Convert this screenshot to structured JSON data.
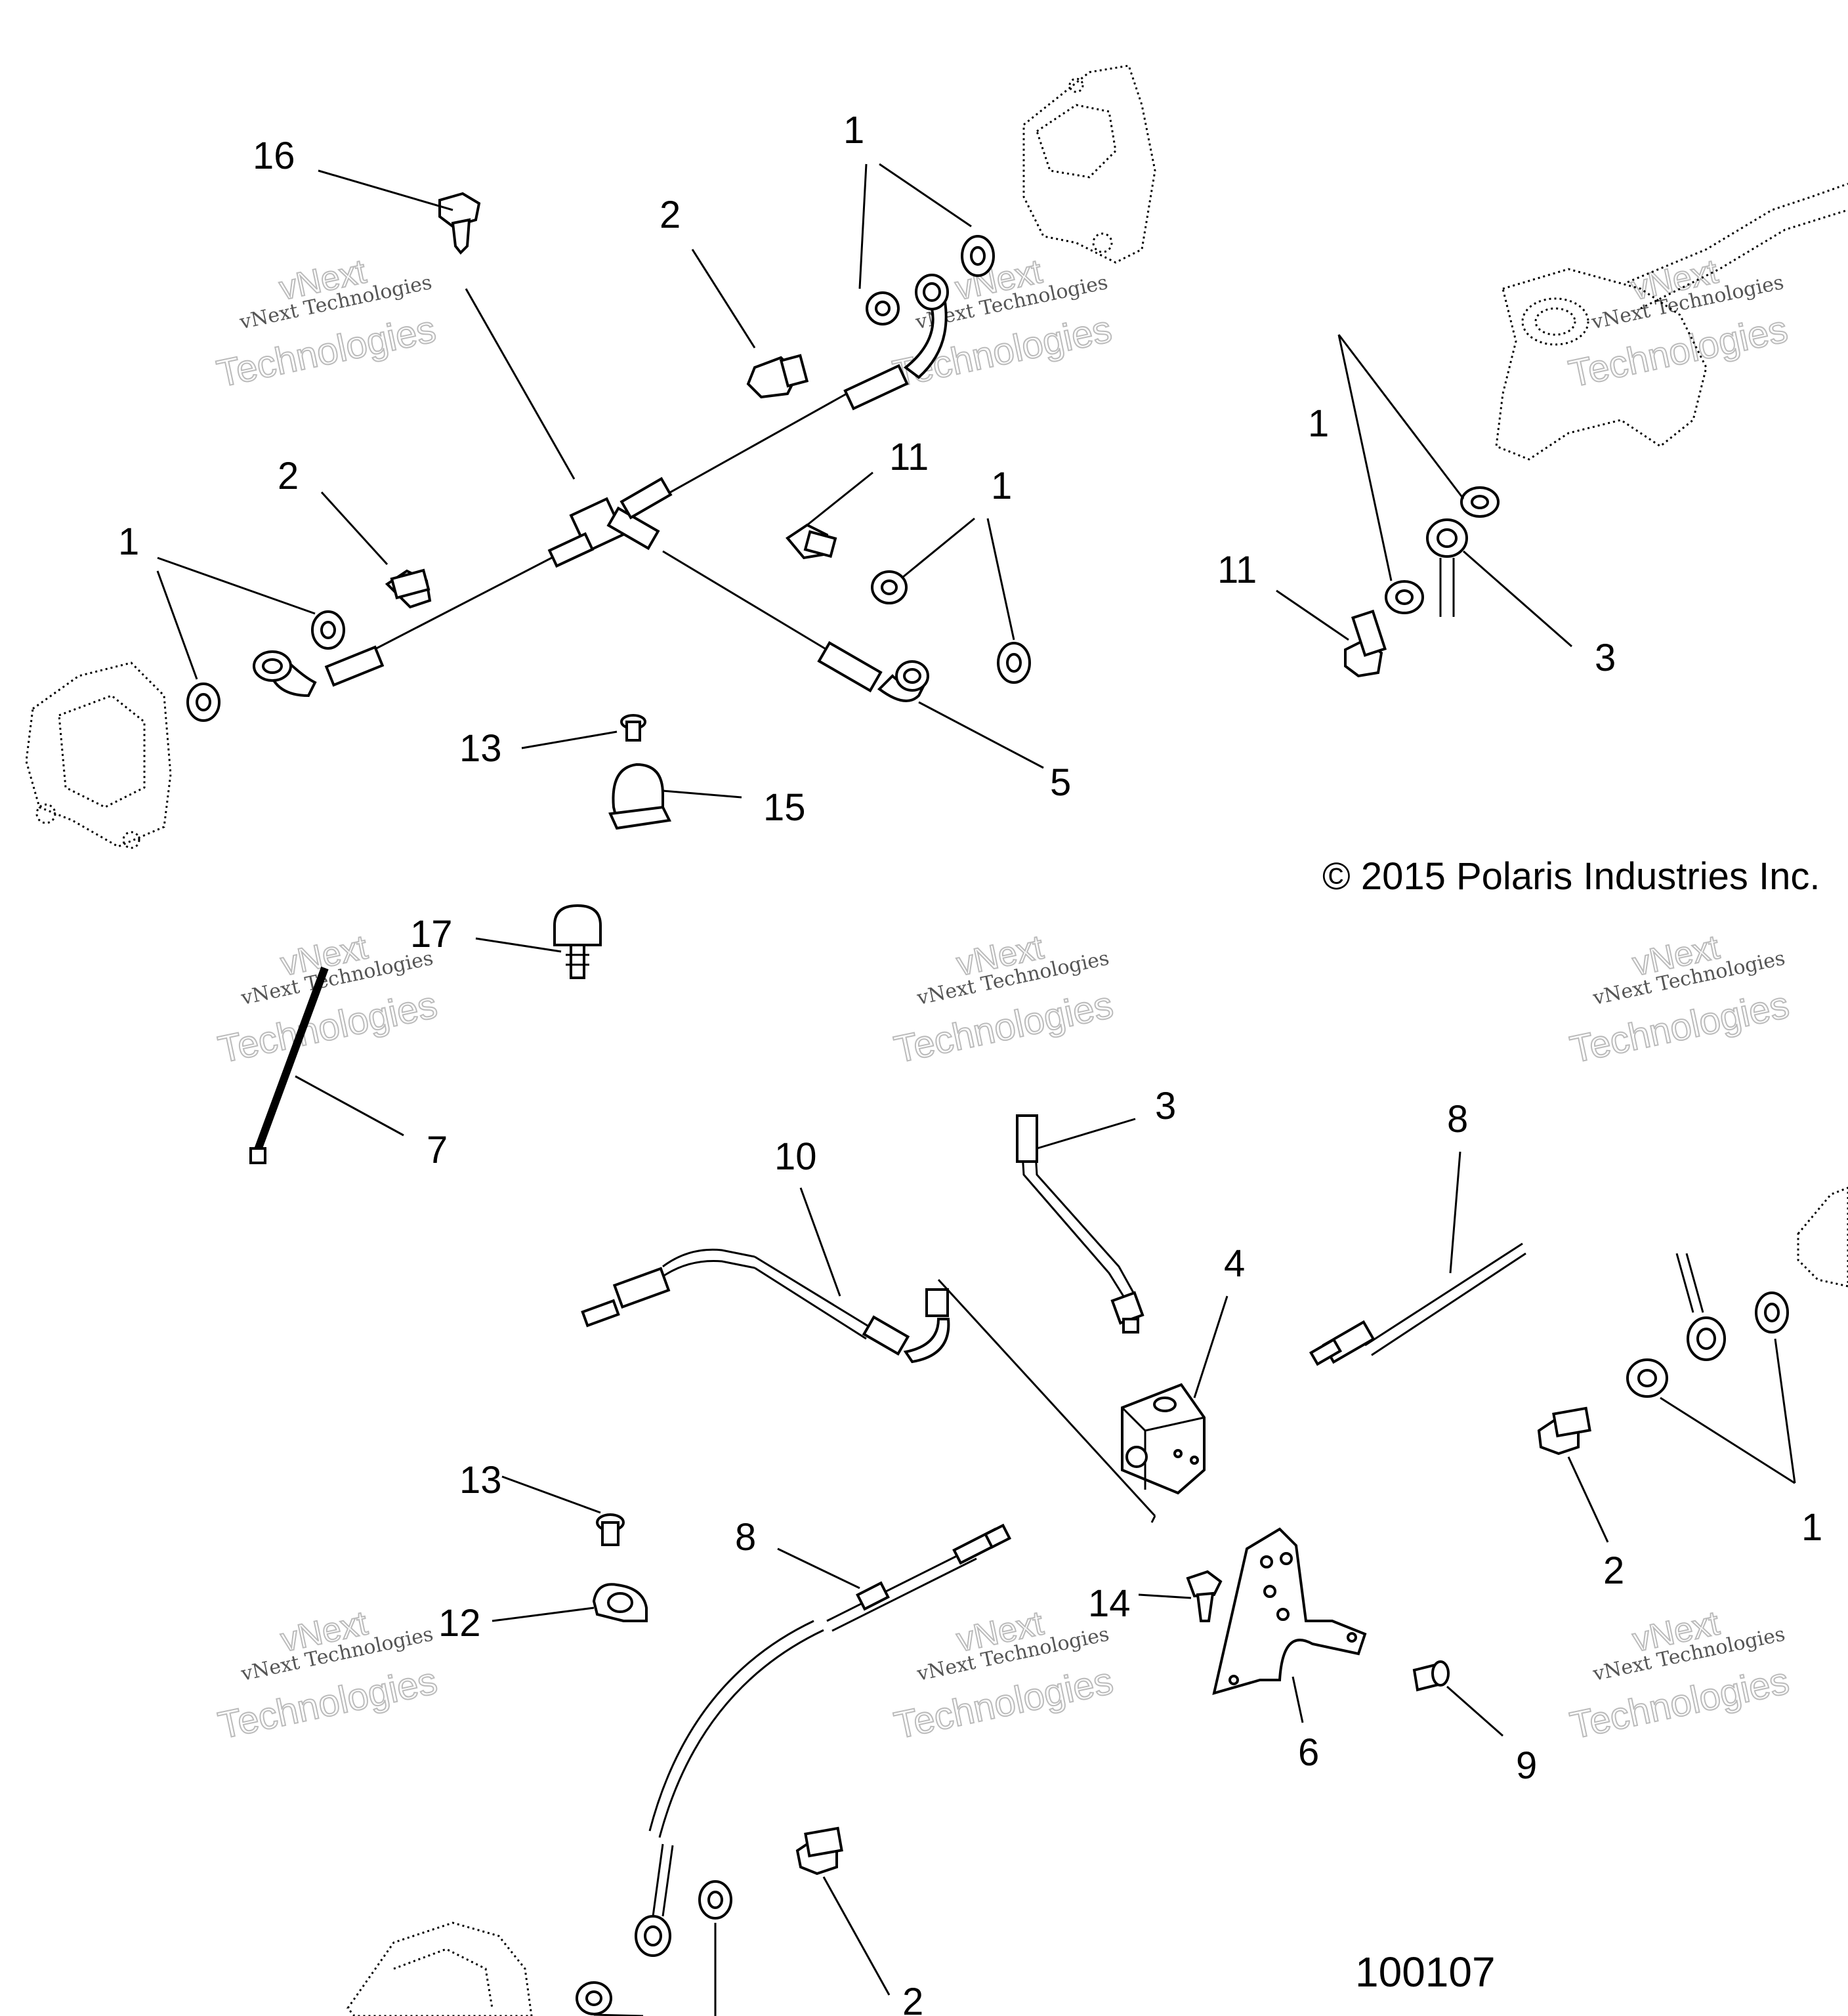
{
  "copyright": "© 2015 Polaris Industries Inc.",
  "diagram_number": "100107",
  "watermark": {
    "line1": "vNext Technologies",
    "line2": "vNext",
    "line3": "Technologies"
  },
  "callouts": {
    "c16": "16",
    "c2a": "2",
    "c1a": "1",
    "c2b": "2",
    "c1b": "1",
    "c11a": "11",
    "c1c": "1",
    "c13a": "13",
    "c15": "15",
    "c5": "5",
    "c1d": "1",
    "c11b": "11",
    "c3a": "3",
    "c17": "17",
    "c7": "7",
    "c10": "10",
    "c3b": "3",
    "c8a": "8",
    "c4": "4",
    "c13b": "13",
    "c12": "12",
    "c8b": "8",
    "c14": "14",
    "c6": "6",
    "c2c": "2",
    "c1e": "1",
    "c9": "9",
    "c2d": "2"
  }
}
